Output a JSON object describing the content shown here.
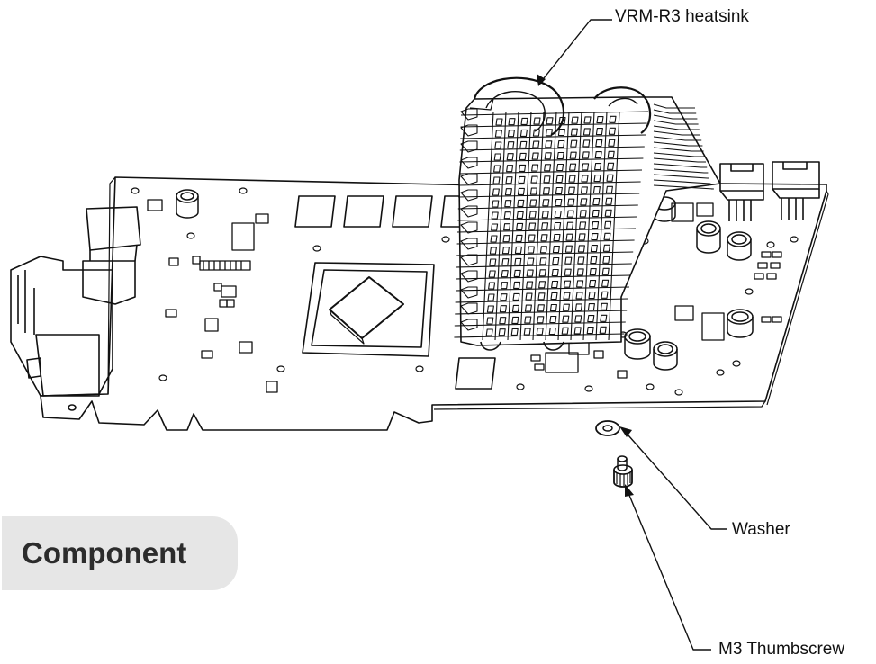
{
  "labels": {
    "vrm_heatsink": "VRM-R3 heatsink",
    "washer": "Washer",
    "thumbscrew": "M3 Thumbscrew"
  },
  "section_tag": {
    "text": "Component",
    "background": "#e6e6e6",
    "text_color": "#2c2c2c"
  },
  "colors": {
    "line": "#111111",
    "background": "#ffffff"
  }
}
